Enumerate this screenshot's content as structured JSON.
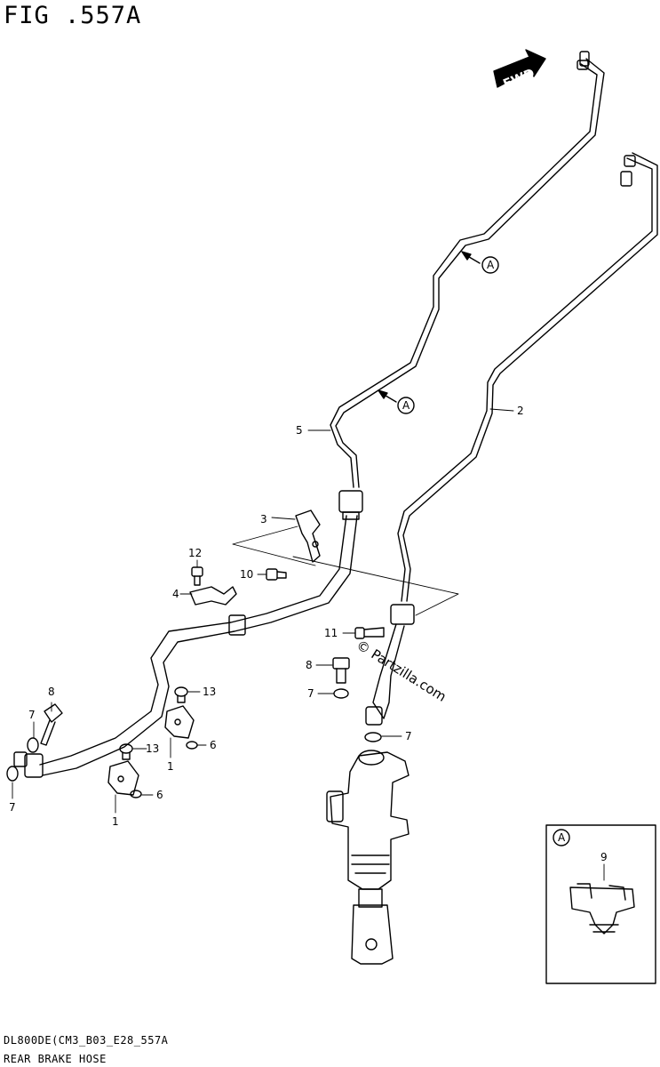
{
  "figure": {
    "title": "FIG .557A",
    "model_code": "DL800DE(CM3_B03_E28_557A",
    "group_name": "REAR BRAKE HOSE"
  },
  "fwd_badge": "FWD",
  "watermark": "© Partzilla.com",
  "callouts": {
    "p1a": "1",
    "p1b": "1",
    "p2": "2",
    "p3": "3",
    "p4": "4",
    "p5": "5",
    "p6a": "6",
    "p6b": "6",
    "p7a": "7",
    "p7b": "7",
    "p7c": "7",
    "p7d": "7",
    "p8a": "8",
    "p8b": "8",
    "p10": "10",
    "p11": "11",
    "p12": "12",
    "p13a": "13",
    "p13b": "13"
  },
  "ref_markers": {
    "upper": "A",
    "lower": "A"
  },
  "detail_inset": {
    "marker": "A",
    "part": "9"
  },
  "colors": {
    "line": "#000000",
    "background": "#ffffff"
  }
}
